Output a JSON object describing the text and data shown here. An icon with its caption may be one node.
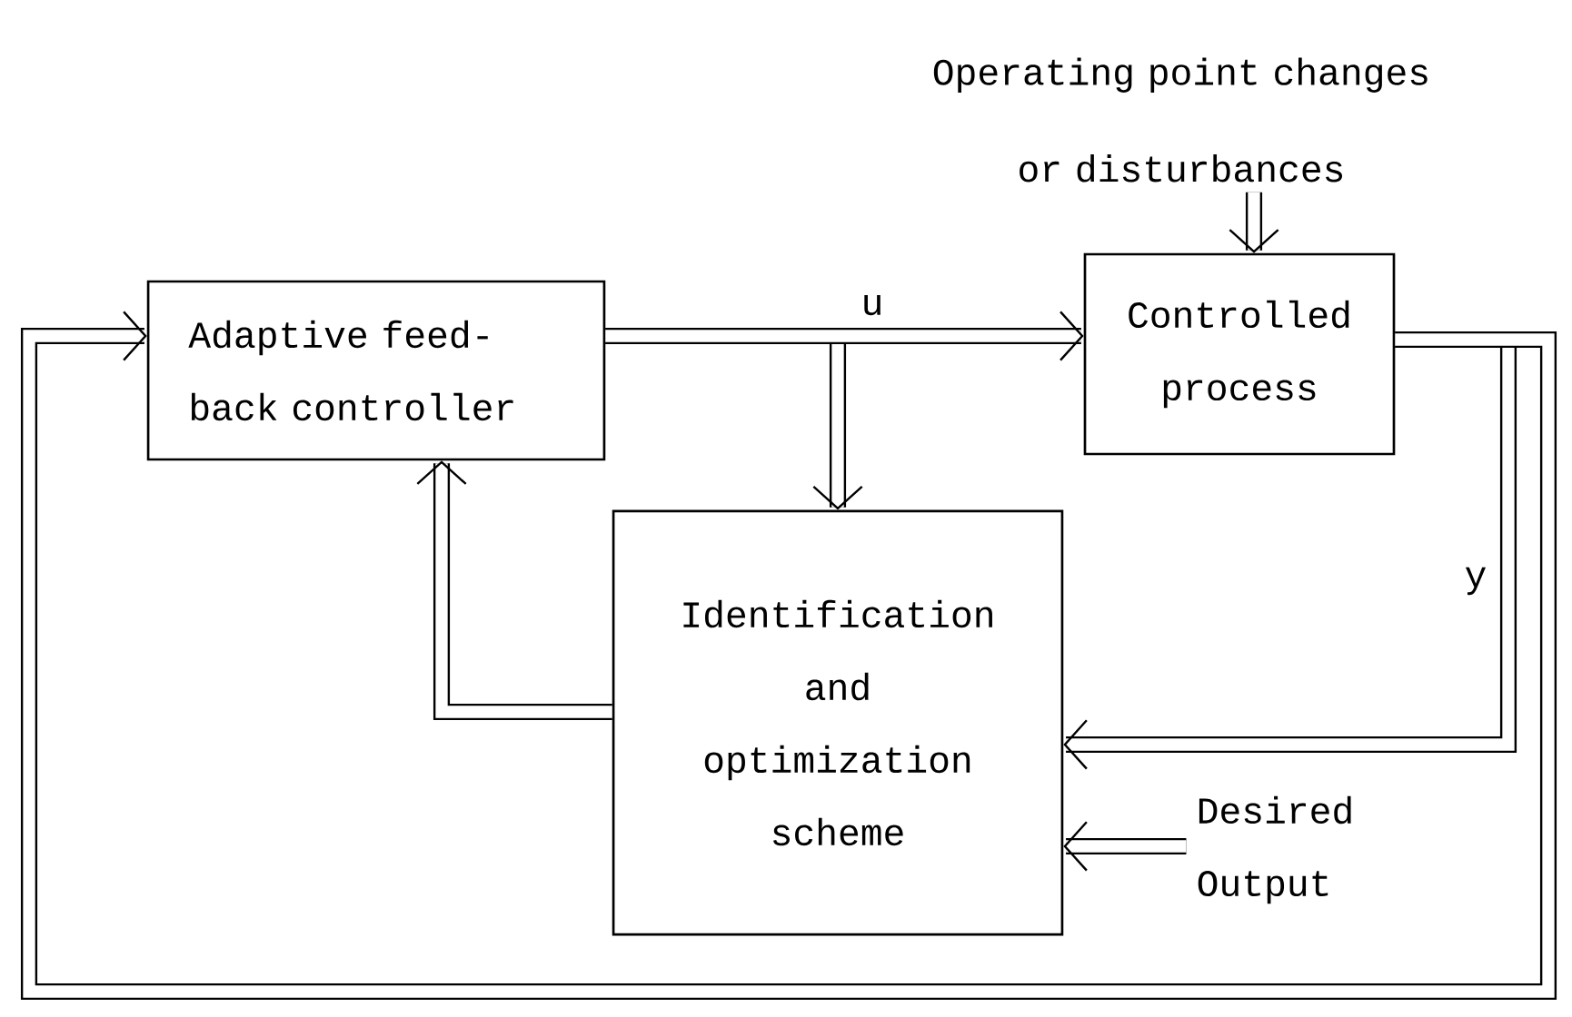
{
  "diagram": {
    "nodes": [
      {
        "text": [
          "Adaptive feed- back controller"
        ]
      },
      {
        "text": [
          "Controlled process"
        ]
      },
      {
        "text": [
          "Identification and optimization scheme"
        ]
      },
      {
        "text": [
          "Desired Output"
        ]
      },
      {
        "text": [
          "Operating point changes or disturbances"
        ]
      }
    ],
    "edges": [
      {
        "from": 0,
        "to": 1,
        "arrow": "to",
        "label": "u"
      },
      {
        "from": 0,
        "to": 2,
        "arrow": "to"
      },
      {
        "from": 1,
        "to": 2,
        "arrow": "to",
        "label": "y"
      },
      {
        "from": 1,
        "to": 0,
        "arrow": "to"
      },
      {
        "from": 2,
        "to": 0,
        "arrow": "to"
      },
      {
        "from": 3,
        "to": 2,
        "arrow": "to"
      },
      {
        "from": 4,
        "to": 1,
        "arrow": "to"
      }
    ]
  }
}
